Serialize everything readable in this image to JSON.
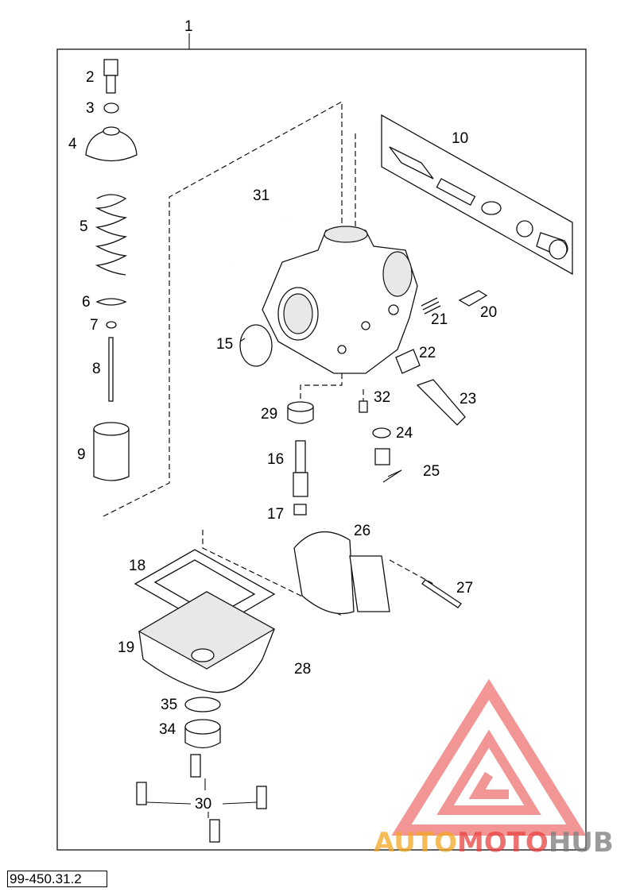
{
  "diagram": {
    "part_numbers": {
      "p1": "1",
      "p2": "2",
      "p3": "3",
      "p4": "4",
      "p5": "5",
      "p6": "6",
      "p7": "7",
      "p8": "8",
      "p9": "9",
      "p10": "10",
      "p15": "15",
      "p16": "16",
      "p17": "17",
      "p18": "18",
      "p19": "19",
      "p20": "20",
      "p21": "21",
      "p22": "22",
      "p23": "23",
      "p24": "24",
      "p25": "25",
      "p26": "26",
      "p27": "27",
      "p28": "28",
      "p29": "29",
      "p30": "30",
      "p31": "31",
      "p32": "32",
      "p34": "34",
      "p35": "35"
    },
    "reference_code": "99-450.31.2"
  },
  "watermark": {
    "word_part1": "AUTO",
    "word_part2": "MOTO",
    "word_part3": "HUB",
    "color_orange": "#f5a623",
    "color_red": "#e8423f",
    "color_gray": "#7a7a7a"
  }
}
